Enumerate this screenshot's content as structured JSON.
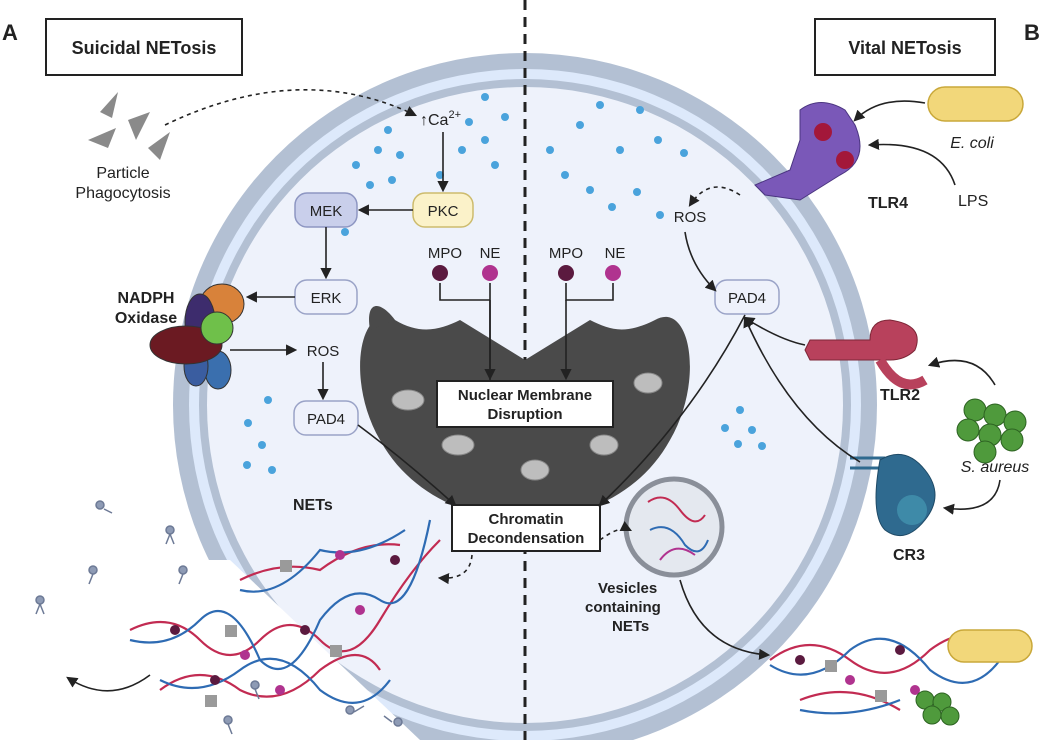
{
  "panels": {
    "left_letter": "A",
    "right_letter": "B",
    "left_title": "Suicidal NETosis",
    "right_title": "Vital NETosis"
  },
  "left": {
    "particle": "Particle",
    "phagocytosis": "Phagocytosis",
    "ca": "↑Ca",
    "ca_sup": "2+",
    "pkc": "PKC",
    "mek": "MEK",
    "erk": "ERK",
    "nadph1": "NADPH",
    "nadph2": "Oxidase",
    "ros": "ROS",
    "pad4": "PAD4",
    "mpo": "MPO",
    "ne": "NE",
    "nets": "NETs"
  },
  "center": {
    "nuclear1": "Nuclear Membrane",
    "nuclear2": "Disruption",
    "chromatin1": "Chromatin",
    "chromatin2": "Decondensation"
  },
  "right": {
    "mpo": "MPO",
    "ne": "NE",
    "ros": "ROS",
    "pad4": "PAD4",
    "tlr4": "TLR4",
    "tlr2": "TLR2",
    "cr3": "CR3",
    "lps": "LPS",
    "ecoli": "E. coli",
    "saureus": "S. aureus",
    "vesicles1": "Vesicles",
    "vesicles2": "containing",
    "vesicles3": "NETs"
  },
  "colors": {
    "cell_membrane": "#b3c0d3",
    "cytoplasm": "#dde9fb",
    "nucleus": "#4a4a4a",
    "mpo": "#5b1a3f",
    "ne": "#b0338f",
    "granule": "#4aa3dc",
    "tlr4": "#7a58b8",
    "tlr2": "#b8415c",
    "cr3": "#2f6a8f",
    "s_aureus": "#4f9a3c",
    "e_coli": "#f2d77a"
  }
}
